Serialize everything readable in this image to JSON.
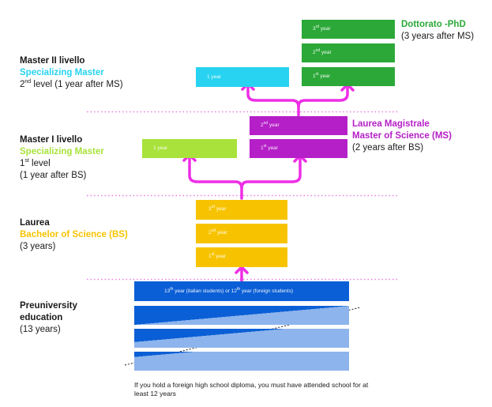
{
  "levels": {
    "preuniversity": {
      "title_l1": "Preuniversity",
      "title_l2": "education",
      "duration": "(13 years)"
    },
    "laurea": {
      "title": "Laurea",
      "subtitle": "Bachelor of Science (BS)",
      "duration": "(3 years)"
    },
    "master1": {
      "title": "Master I livello",
      "subtitle": "Specializing Master",
      "level_num": "1",
      "level_sup": "st",
      "level_word": " level",
      "duration": "(1 year after BS)"
    },
    "master2": {
      "title": "Master II livello",
      "subtitle": "Specializing Master",
      "level_num": "2",
      "level_sup": "nd",
      "level_rest": " level (1 year after MS)"
    },
    "magistrale": {
      "title_l1": "Laurea Magistrale",
      "title_l2": "Master of Science (MS)",
      "duration": "(2 years after BS)"
    },
    "phd": {
      "title": "Dottorato -PhD",
      "duration": "(3 years after MS)"
    }
  },
  "bars": {
    "phd": [
      {
        "num": "3",
        "sup": "rd",
        "word": " year"
      },
      {
        "num": "2",
        "sup": "nd",
        "word": " year"
      },
      {
        "num": "1",
        "sup": "st",
        "word": " year"
      }
    ],
    "master2": {
      "text": "1 year"
    },
    "master1": {
      "text": "1 year"
    },
    "ms": [
      {
        "num": "2",
        "sup": "nd",
        "word": " year"
      },
      {
        "num": "1",
        "sup": "st",
        "word": " year"
      }
    ],
    "bs": [
      {
        "num": "3",
        "sup": "rd",
        "word": " year"
      },
      {
        "num": "2",
        "sup": "nd",
        "word": " year"
      },
      {
        "num": "1",
        "sup": "st",
        "word": " year"
      }
    ],
    "pre_top": {
      "num": "13",
      "sup": "th",
      "rest": " year (italian students) or 12",
      "sup2": "th",
      "rest2": " year (foreign students)"
    }
  },
  "note": "If you hold a foreign high school diploma, you must have attended school for at least 12 years",
  "colors": {
    "phd": "#2ca839",
    "cyan": "#27d3f0",
    "lime": "#a8e23a",
    "magenta": "#b51fc7",
    "bs": "#f7c300",
    "blue_dark": "#0b5fd6",
    "blue_light": "#8db4ec",
    "arrow": "#ee2ee6",
    "dotted": "#e97ee3"
  }
}
